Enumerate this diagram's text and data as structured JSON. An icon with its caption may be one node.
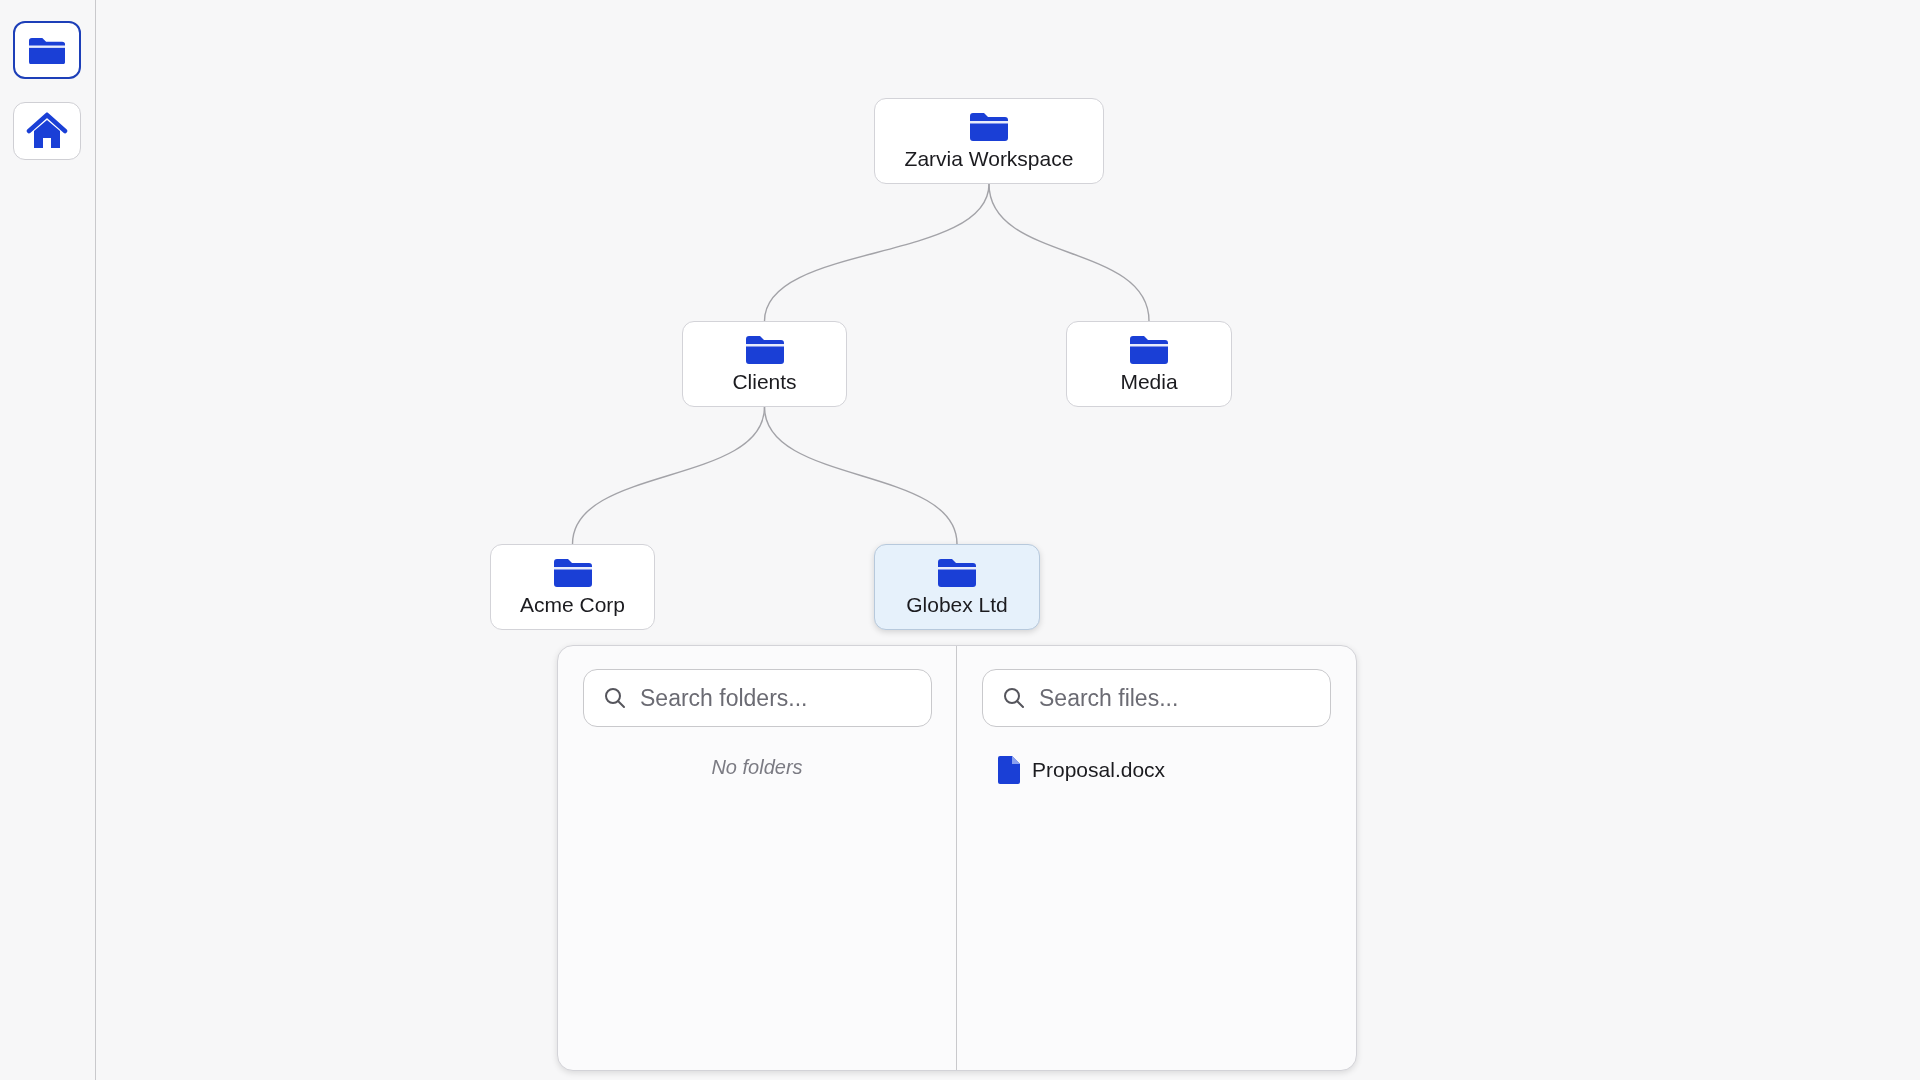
{
  "diagram": {
    "nodes": [
      {
        "text": [
          "Zarvia Workspace"
        ]
      },
      {
        "text": [
          "Clients"
        ]
      },
      {
        "text": [
          "Media"
        ]
      },
      {
        "text": [
          "Acme Corp"
        ]
      },
      {
        "text": [
          "Globex Ltd"
        ]
      }
    ],
    "edges": [
      {
        "from": 0,
        "to": 1,
        "arrow": "none"
      },
      {
        "from": 0,
        "to": 2,
        "arrow": "none"
      },
      {
        "from": 1,
        "to": 3,
        "arrow": "none"
      },
      {
        "from": 1,
        "to": 4,
        "arrow": "none"
      }
    ],
    "labels": [
      "Search folders...",
      "Search files...",
      "No folders",
      "Proposal.docx"
    ]
  }
}
